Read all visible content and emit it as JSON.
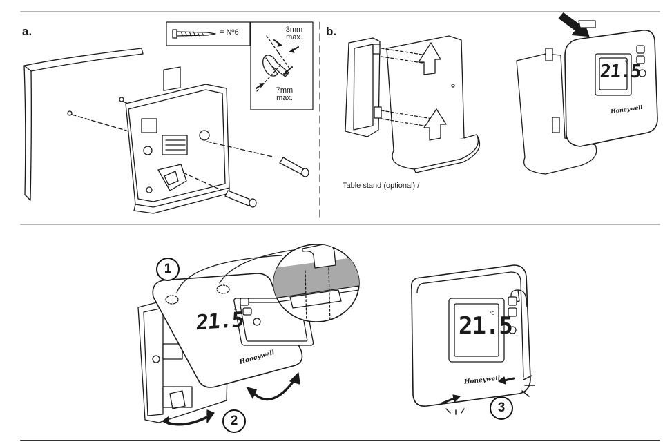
{
  "panel_a": {
    "label": "a.",
    "screw_spec": "= Nº6",
    "gap_max": "3mm\nmax.",
    "head_max": "7mm\nmax."
  },
  "panel_b": {
    "label": "b.",
    "stand_caption": "Table stand (optional) /"
  },
  "device": {
    "display_reading": "21.5",
    "unit": "°C",
    "brand": "Honeywell"
  },
  "steps": {
    "step1": "1",
    "step2": "2",
    "step3": "3"
  },
  "colors": {
    "line": "#1a1a1a",
    "rule": "#9a9a9a",
    "highlight": "#a9a9a9",
    "device_face": "#f4f4f4"
  }
}
